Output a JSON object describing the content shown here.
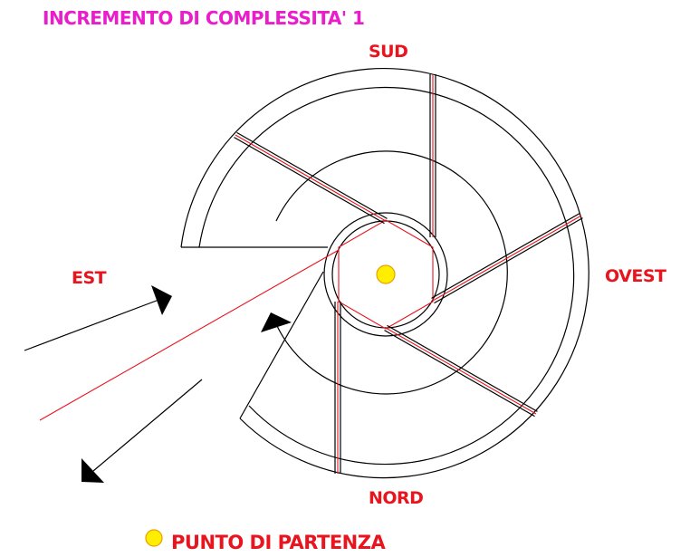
{
  "title": "INCREMENTO DI COMPLESSITA' 1",
  "directions": {
    "north": "NORD",
    "south": "SUD",
    "east": "EST",
    "west": "OVEST"
  },
  "legend": {
    "start_point_label": "PUNTO DI PARTENZA"
  },
  "colors": {
    "title": "#ea1ccb",
    "labels": "#e8141e",
    "path": "#e8141e",
    "start_point_fill": "#ffee00",
    "start_point_stroke": "#e8a000"
  }
}
